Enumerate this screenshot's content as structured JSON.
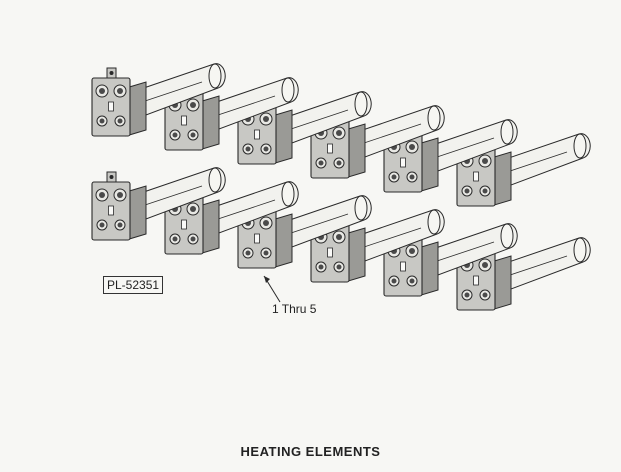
{
  "figure": {
    "reference_code": "PL-52351",
    "callout_label": "1 Thru 5",
    "caption": "HEATING ELEMENTS"
  },
  "elements": {
    "rows": 2,
    "per_row": 6,
    "icon": "heating-element-icon"
  },
  "colors": {
    "plate_fill": "#c8c8c4",
    "plate_shade": "#9a9a96",
    "tube_fill": "#f2f2ee",
    "line": "#2a2a2a"
  }
}
